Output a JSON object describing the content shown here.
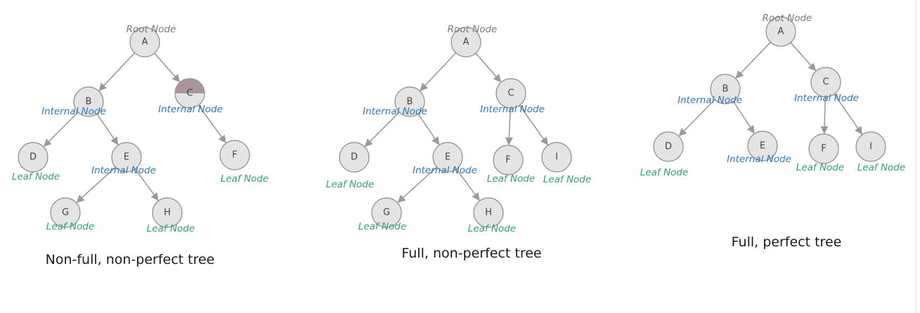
{
  "node_roles": {
    "root": "Root Node",
    "internal": "Internal Node",
    "leaf": "Leaf Node"
  },
  "colors": {
    "root_label": "#7a7a7a",
    "internal_label": "#2e77b8",
    "leaf_label": "#2fa36b",
    "node_fill": "#e4e4e4",
    "highlight_fill": "#a8969c",
    "edge": "#9a9a9a"
  },
  "trees": [
    {
      "caption": "Non-full, non-perfect tree",
      "nodes": [
        {
          "id": "A",
          "label": "A",
          "role": "root"
        },
        {
          "id": "B",
          "label": "B",
          "role": "internal"
        },
        {
          "id": "C",
          "label": "C",
          "role": "internal",
          "highlighted": true
        },
        {
          "id": "D",
          "label": "D",
          "role": "leaf"
        },
        {
          "id": "E",
          "label": "E",
          "role": "internal"
        },
        {
          "id": "F",
          "label": "F",
          "role": "leaf"
        },
        {
          "id": "G",
          "label": "G",
          "role": "leaf"
        },
        {
          "id": "H",
          "label": "H",
          "role": "leaf"
        }
      ],
      "edges": [
        [
          "A",
          "B"
        ],
        [
          "A",
          "C"
        ],
        [
          "B",
          "D"
        ],
        [
          "B",
          "E"
        ],
        [
          "C",
          "F"
        ],
        [
          "E",
          "G"
        ],
        [
          "E",
          "H"
        ]
      ]
    },
    {
      "caption": "Full, non-perfect tree",
      "nodes": [
        {
          "id": "A",
          "label": "A",
          "role": "root"
        },
        {
          "id": "B",
          "label": "B",
          "role": "internal"
        },
        {
          "id": "C",
          "label": "C",
          "role": "internal"
        },
        {
          "id": "D",
          "label": "D",
          "role": "leaf"
        },
        {
          "id": "E",
          "label": "E",
          "role": "internal"
        },
        {
          "id": "F",
          "label": "F",
          "role": "leaf"
        },
        {
          "id": "I",
          "label": "I",
          "role": "leaf"
        },
        {
          "id": "G",
          "label": "G",
          "role": "leaf"
        },
        {
          "id": "H",
          "label": "H",
          "role": "leaf"
        }
      ],
      "edges": [
        [
          "A",
          "B"
        ],
        [
          "A",
          "C"
        ],
        [
          "B",
          "D"
        ],
        [
          "B",
          "E"
        ],
        [
          "C",
          "F"
        ],
        [
          "C",
          "I"
        ],
        [
          "E",
          "G"
        ],
        [
          "E",
          "H"
        ]
      ]
    },
    {
      "caption": "Full, perfect  tree",
      "nodes": [
        {
          "id": "A",
          "label": "A",
          "role": "root"
        },
        {
          "id": "B",
          "label": "B",
          "role": "internal"
        },
        {
          "id": "C",
          "label": "C",
          "role": "internal"
        },
        {
          "id": "D",
          "label": "D",
          "role": "leaf"
        },
        {
          "id": "E",
          "label": "E",
          "role": "internal"
        },
        {
          "id": "F",
          "label": "F",
          "role": "leaf"
        },
        {
          "id": "I",
          "label": "I",
          "role": "leaf"
        }
      ],
      "edges": [
        [
          "A",
          "B"
        ],
        [
          "A",
          "C"
        ],
        [
          "B",
          "D"
        ],
        [
          "B",
          "E"
        ],
        [
          "C",
          "F"
        ],
        [
          "C",
          "I"
        ]
      ]
    }
  ]
}
